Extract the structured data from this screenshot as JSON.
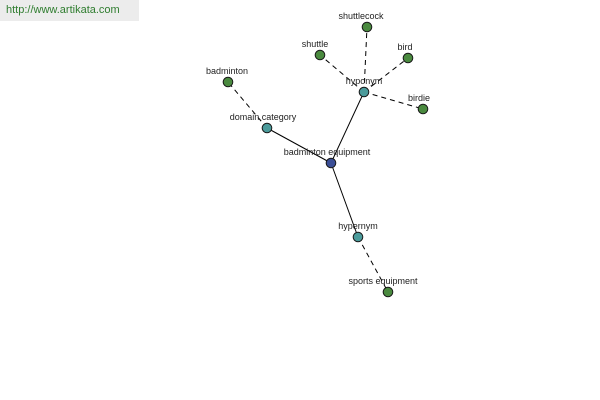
{
  "watermark": "http://www.artikata.com",
  "colors": {
    "center": "#3a4e96",
    "relation": "#4b9b9b",
    "word": "#4a8a3f"
  },
  "nodes": [
    {
      "id": "center",
      "label": "badminton equipment",
      "kind": "center"
    },
    {
      "id": "hyponym",
      "label": "hyponym",
      "kind": "relation"
    },
    {
      "id": "hypernym",
      "label": "hypernym",
      "kind": "relation"
    },
    {
      "id": "domain",
      "label": "domain category",
      "kind": "relation"
    },
    {
      "id": "shuttlecock",
      "label": "shuttlecock",
      "kind": "word"
    },
    {
      "id": "shuttle",
      "label": "shuttle",
      "kind": "word"
    },
    {
      "id": "bird",
      "label": "bird",
      "kind": "word"
    },
    {
      "id": "birdie",
      "label": "birdie",
      "kind": "word"
    },
    {
      "id": "badminton",
      "label": "badminton",
      "kind": "word"
    },
    {
      "id": "sports",
      "label": "sports equipment",
      "kind": "word"
    }
  ],
  "edges": [
    {
      "from": "center",
      "to": "hyponym",
      "style": "solid"
    },
    {
      "from": "center",
      "to": "hypernym",
      "style": "solid"
    },
    {
      "from": "center",
      "to": "domain",
      "style": "solid"
    },
    {
      "from": "hyponym",
      "to": "shuttlecock",
      "style": "dashed"
    },
    {
      "from": "hyponym",
      "to": "shuttle",
      "style": "dashed"
    },
    {
      "from": "hyponym",
      "to": "bird",
      "style": "dashed"
    },
    {
      "from": "hyponym",
      "to": "birdie",
      "style": "dashed"
    },
    {
      "from": "domain",
      "to": "badminton",
      "style": "dashed"
    },
    {
      "from": "hypernym",
      "to": "sports",
      "style": "dashed"
    }
  ]
}
